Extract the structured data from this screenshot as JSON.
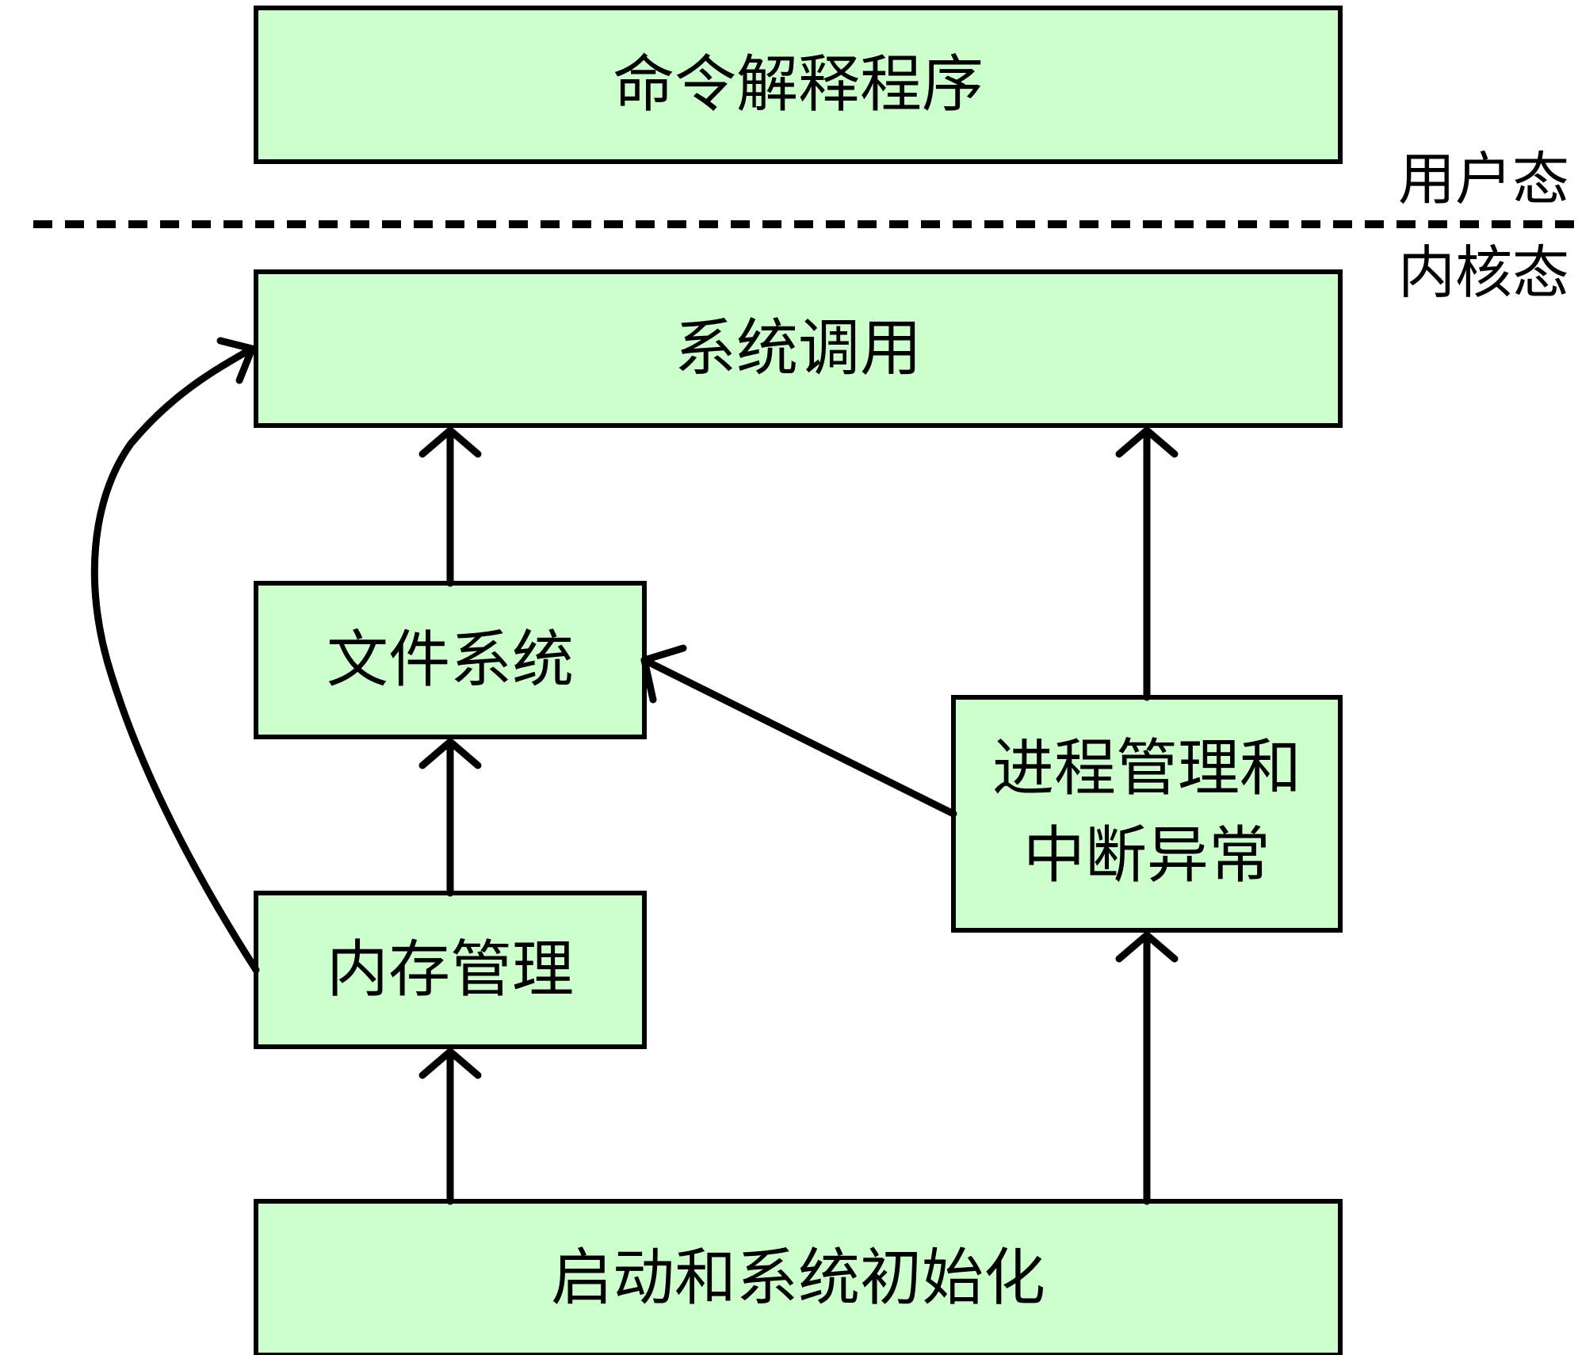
{
  "nodes": {
    "command_interpreter": "命令解释程序",
    "system_call": "系统调用",
    "file_system": "文件系统",
    "process_mgmt_line1": "进程管理和",
    "process_mgmt_line2": "中断异常",
    "memory_mgmt": "内存管理",
    "boot_init": "启动和系统初始化"
  },
  "modes": {
    "user": "用户态",
    "kernel": "内核态"
  },
  "colors": {
    "box_fill": "#ccffcc",
    "stroke": "#000000"
  }
}
